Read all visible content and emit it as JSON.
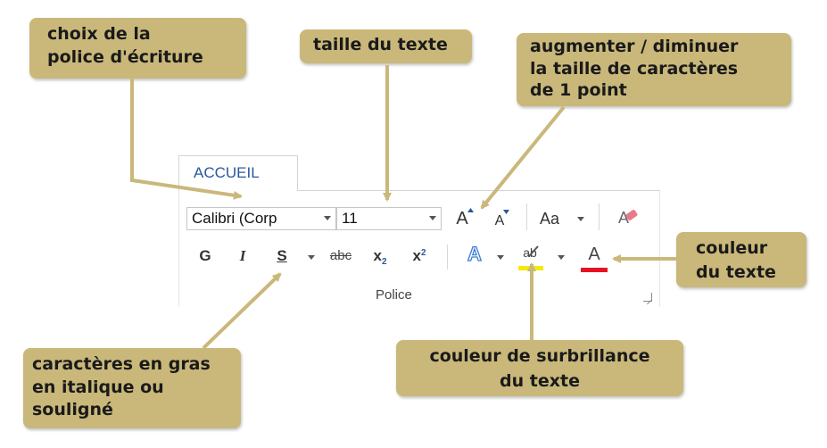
{
  "ribbon": {
    "tab_label": "ACCUEIL",
    "font_name": "Calibri (Corp",
    "font_size": "11",
    "grow_font": "A",
    "shrink_font": "A",
    "change_case": "Aa",
    "bold": "G",
    "italic": "I",
    "underline": "S",
    "strikethrough": "abc",
    "subscript": "x",
    "subscript_mark": "2",
    "superscript": "x",
    "superscript_mark": "2",
    "text_effects": "A",
    "highlight": "ab",
    "font_color": "A",
    "group_label": "Police",
    "highlight_color": "#f5e90a",
    "font_color_swatch": "#e81123",
    "effects_color": "#3c7fd4"
  },
  "callouts": {
    "font_choice": [
      "choix de la",
      "police d'écriture"
    ],
    "text_size": "taille du texte",
    "grow_shrink": [
      "augmenter / diminuer",
      "la taille de caractères",
      "de 1 point"
    ],
    "text_color": [
      "couleur",
      "du texte"
    ],
    "bold_italic_underline": [
      "caractères en gras",
      "en italique ou",
      "souligné"
    ],
    "highlight_color": [
      "couleur de surbrillance",
      "du texte"
    ]
  },
  "colors": {
    "callout_bg": "#c9b87a",
    "arrow": "#c9b87a",
    "tab_text": "#2b579a"
  }
}
